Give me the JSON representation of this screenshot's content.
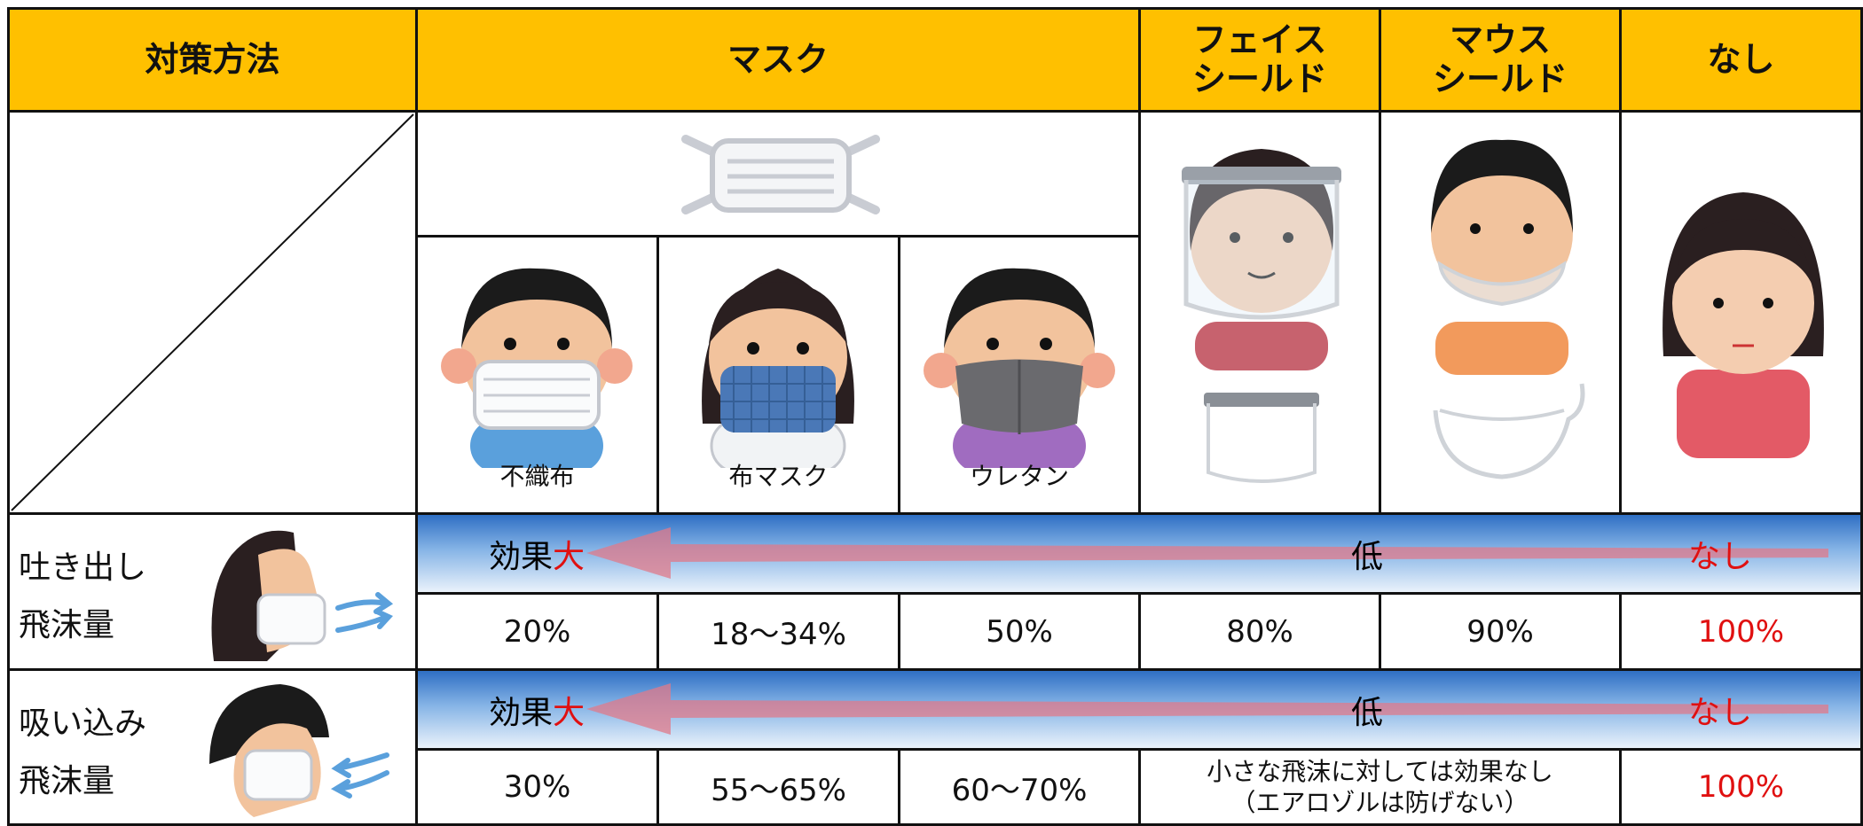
{
  "headers": {
    "method": "対策方法",
    "mask": "マスク",
    "face_shield": "フェイス\nシールド",
    "mouth_shield": "マウス\nシールド",
    "none": "なし"
  },
  "mask_types": [
    "不織布",
    "布マスク",
    "ウレタン"
  ],
  "rows": [
    {
      "label_line1": "吐き出し",
      "label_line2": "飛沫量",
      "effect": {
        "big_prefix": "効果",
        "big_suffix": "大",
        "low": "低",
        "none": "なし"
      },
      "values": [
        "20%",
        "18～34%",
        "50%",
        "80%",
        "90%",
        "100%"
      ]
    },
    {
      "label_line1": "吸い込み",
      "label_line2": "飛沫量",
      "effect": {
        "big_prefix": "効果",
        "big_suffix": "大",
        "low": "低",
        "none": "なし"
      },
      "values": [
        "30%",
        "55～65%",
        "60～70%",
        "100%"
      ],
      "shield_note_line1": "小さな飛沫に対しては効果なし",
      "shield_note_line2": "（エアロゾルは防げない）"
    }
  ],
  "colors": {
    "header": "#ffc000",
    "highlight_red": "#e01010",
    "band_top": "#2f6fc4",
    "arrow": "#e07a8a"
  },
  "icons": [
    "mask-icon",
    "face-shield-icon",
    "mouth-shield-icon",
    "person-icon",
    "breath-out-arrow-icon",
    "breath-in-arrow-icon"
  ]
}
